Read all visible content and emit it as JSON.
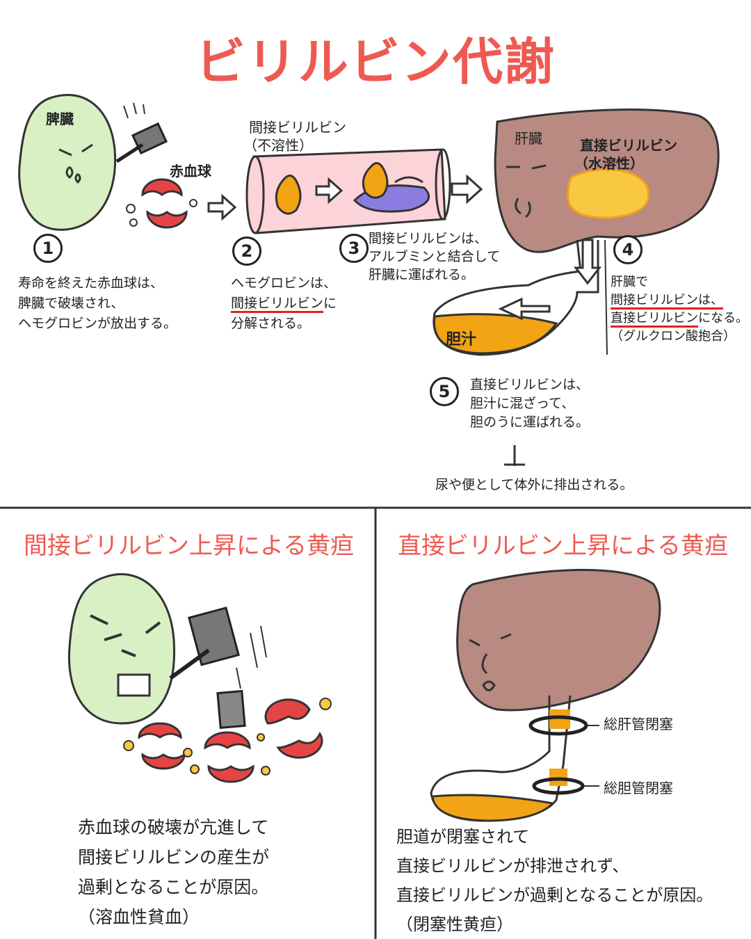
{
  "title": "ビリルビン代謝",
  "labels": {
    "spleen": "脾臓",
    "rbc": "赤血球",
    "indirect_name": "間接ビリルビン",
    "indirect_note": "（不溶性）",
    "liver": "肝臓",
    "direct_name": "直接ビリルビン",
    "direct_note": "（水溶性）",
    "bile": "胆汁"
  },
  "steps": [
    {
      "num": "1",
      "lines": [
        "寿命を終えた赤血球は、",
        "脾臓で破壊され、",
        "ヘモグロビンが放出する。"
      ]
    },
    {
      "num": "2",
      "lines": [
        "ヘモグロビンは、",
        "間接ビリルビン",
        "に",
        "分解される。"
      ]
    },
    {
      "num": "3",
      "lines": [
        "間接ビリルビンは、",
        "アルブミンと結合して",
        "肝臓に運ばれる。"
      ]
    },
    {
      "num": "4",
      "lines": [
        "肝臓で",
        "間接ビリルビンは、",
        "直接ビリルビン",
        "になる。",
        "（グルクロン酸抱合）"
      ]
    },
    {
      "num": "5",
      "lines": [
        "直接ビリルビンは、",
        "胆汁に混ざって、",
        "胆のうに運ばれる。"
      ]
    }
  ],
  "excretion": "尿や便として体外に排出される。",
  "sections": {
    "left": {
      "title": "間接ビリルビン上昇による黄疸",
      "lines": [
        "赤血球の破壊が亢進して",
        "間接ビリルビンの産生が",
        "過剰となることが原因。",
        "（溶血性貧血）"
      ]
    },
    "right": {
      "title": "直接ビリルビン上昇による黄疸",
      "lines": [
        "胆道が閉塞されて",
        "直接ビリルビンが排泄されず、",
        "直接ビリルビンが過剰となることが原因。",
        "（閉塞性黄疸）"
      ],
      "labels": [
        "総肝管閉塞",
        "総胆管閉塞"
      ]
    }
  },
  "colors": {
    "title_red": "#ee5a52",
    "spleen_green": "#d8f0c4",
    "liver_brown": "#b88a82",
    "bile_orange": "#f2a414",
    "rbc_red": "#e64444",
    "tube_pink": "#fbd3d8",
    "albumin_blue": "#8b7de0",
    "underline_red": "#e02020"
  }
}
